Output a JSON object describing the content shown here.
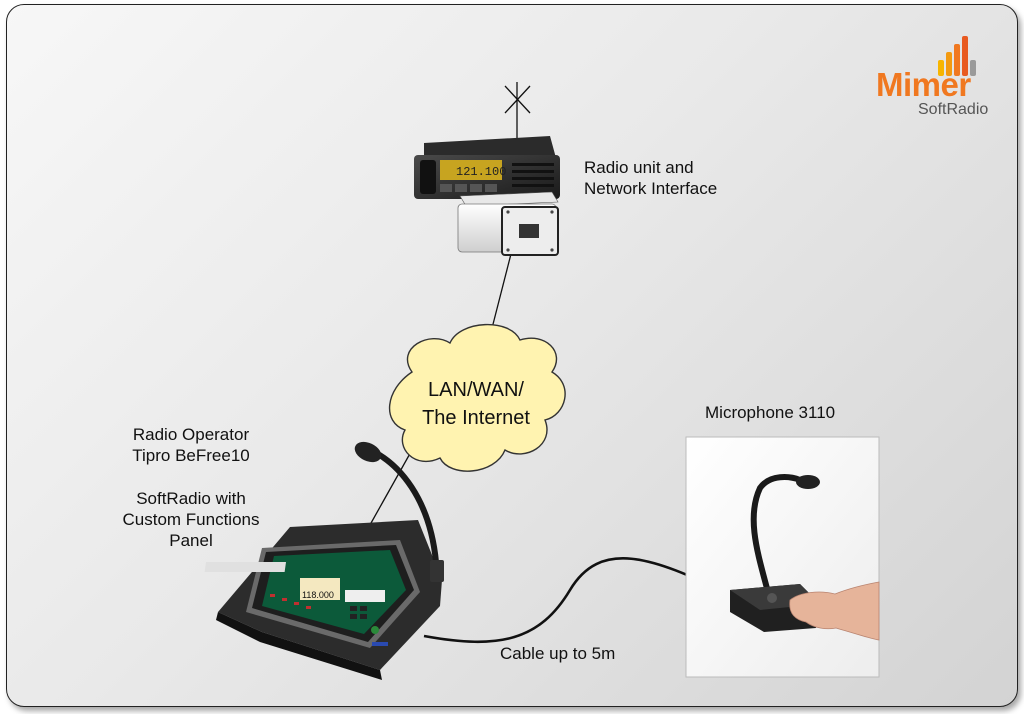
{
  "logo": {
    "brand": "Mimer",
    "product": "SoftRadio"
  },
  "nodes": {
    "radio": {
      "line1": "Radio unit and",
      "line2": "Network Interface",
      "display": "121.100"
    },
    "cloud": {
      "line1": "LAN/WAN/",
      "line2": "The Internet"
    },
    "operator": {
      "line1": "Radio Operator",
      "line2": "Tipro BeFree10",
      "line3": "SoftRadio with",
      "line4": "Custom Functions",
      "line5": "Panel",
      "screen_value": "118.000"
    },
    "microphone": {
      "title": "Microphone 3110"
    }
  },
  "edges": {
    "cable_label": "Cable up to 5m"
  },
  "colors": {
    "accent": "#f07820",
    "logo_bars": [
      "#f7b500",
      "#f39a10",
      "#f07820",
      "#e85a20",
      "#9a9a9a"
    ]
  }
}
